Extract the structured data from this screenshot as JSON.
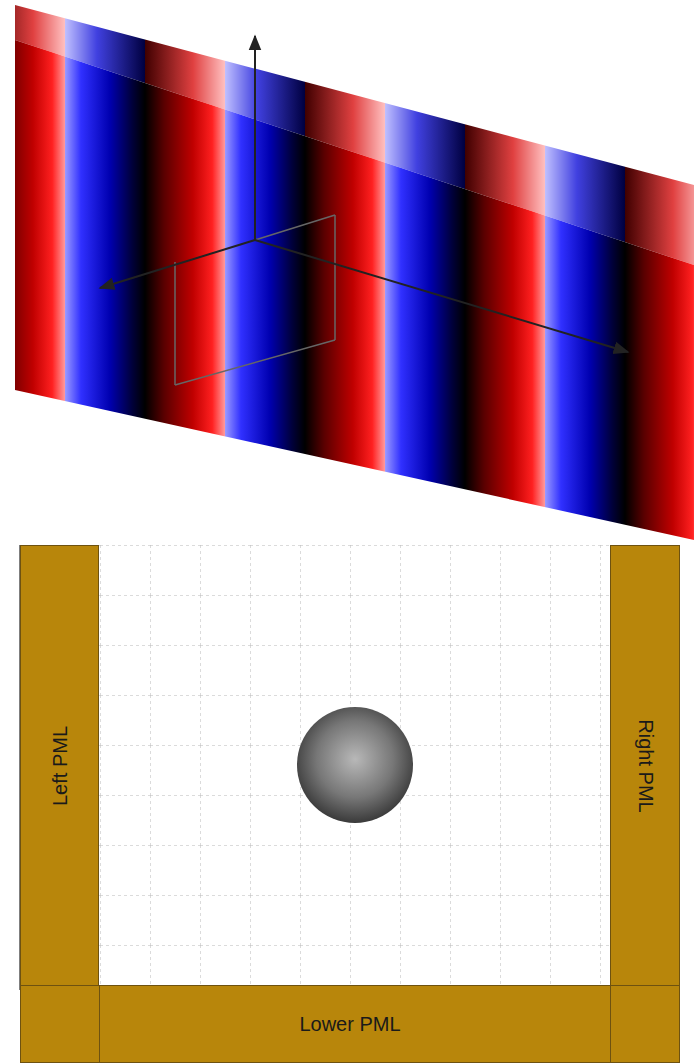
{
  "diagram": {
    "nodes": [
      {
        "text": [
          "Left PML"
        ]
      },
      {
        "text": [
          "Right PML"
        ]
      },
      {
        "text": [
          "Lower PML"
        ]
      }
    ]
  }
}
